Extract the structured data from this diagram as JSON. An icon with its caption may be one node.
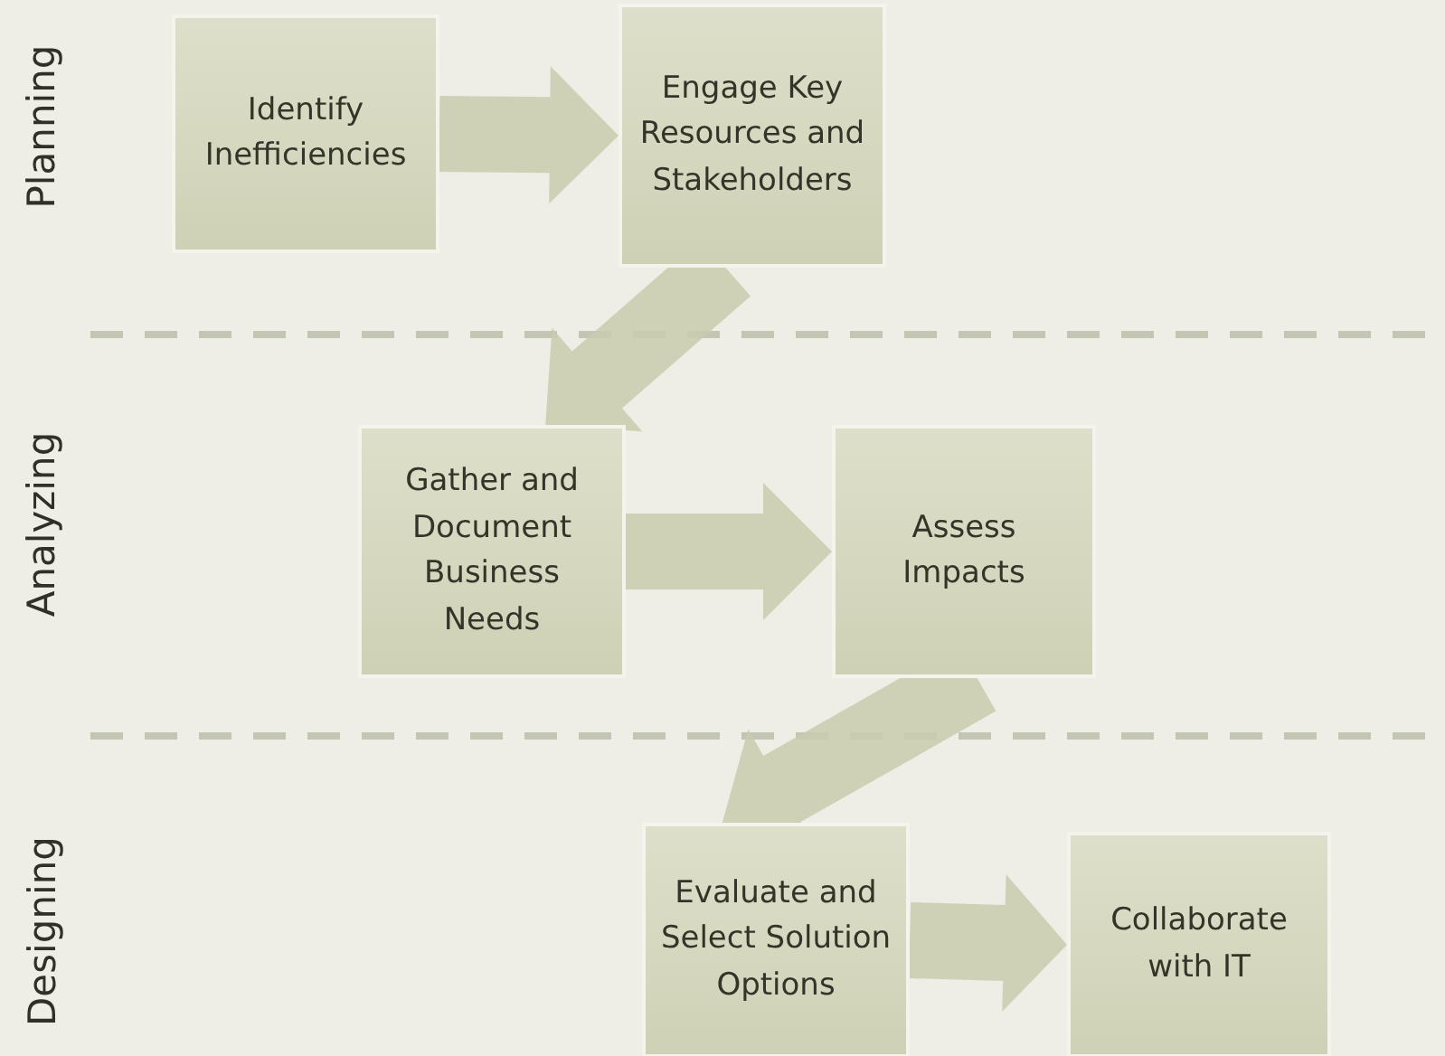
{
  "diagram": {
    "nodes": [
      {
        "text": [
          "Identify Inefficiencies"
        ]
      },
      {
        "text": [
          "Engage Key Resources and Stakeholders"
        ]
      },
      {
        "text": [
          "Gather and Document Business Needs"
        ]
      },
      {
        "text": [
          "Assess Impacts"
        ]
      },
      {
        "text": [
          "Evaluate and Select Solution Options"
        ]
      },
      {
        "text": [
          "Collaborate with IT"
        ]
      }
    ],
    "edges": [
      {
        "from": 0,
        "to": 1,
        "arrow": "to"
      },
      {
        "from": 1,
        "to": 2,
        "arrow": "to"
      },
      {
        "from": 2,
        "to": 3,
        "arrow": "to"
      },
      {
        "from": 3,
        "to": 4,
        "arrow": "to"
      },
      {
        "from": 4,
        "to": 5,
        "arrow": "to"
      }
    ],
    "labels": [
      "Planning",
      "Analyzing",
      "Designing"
    ]
  }
}
